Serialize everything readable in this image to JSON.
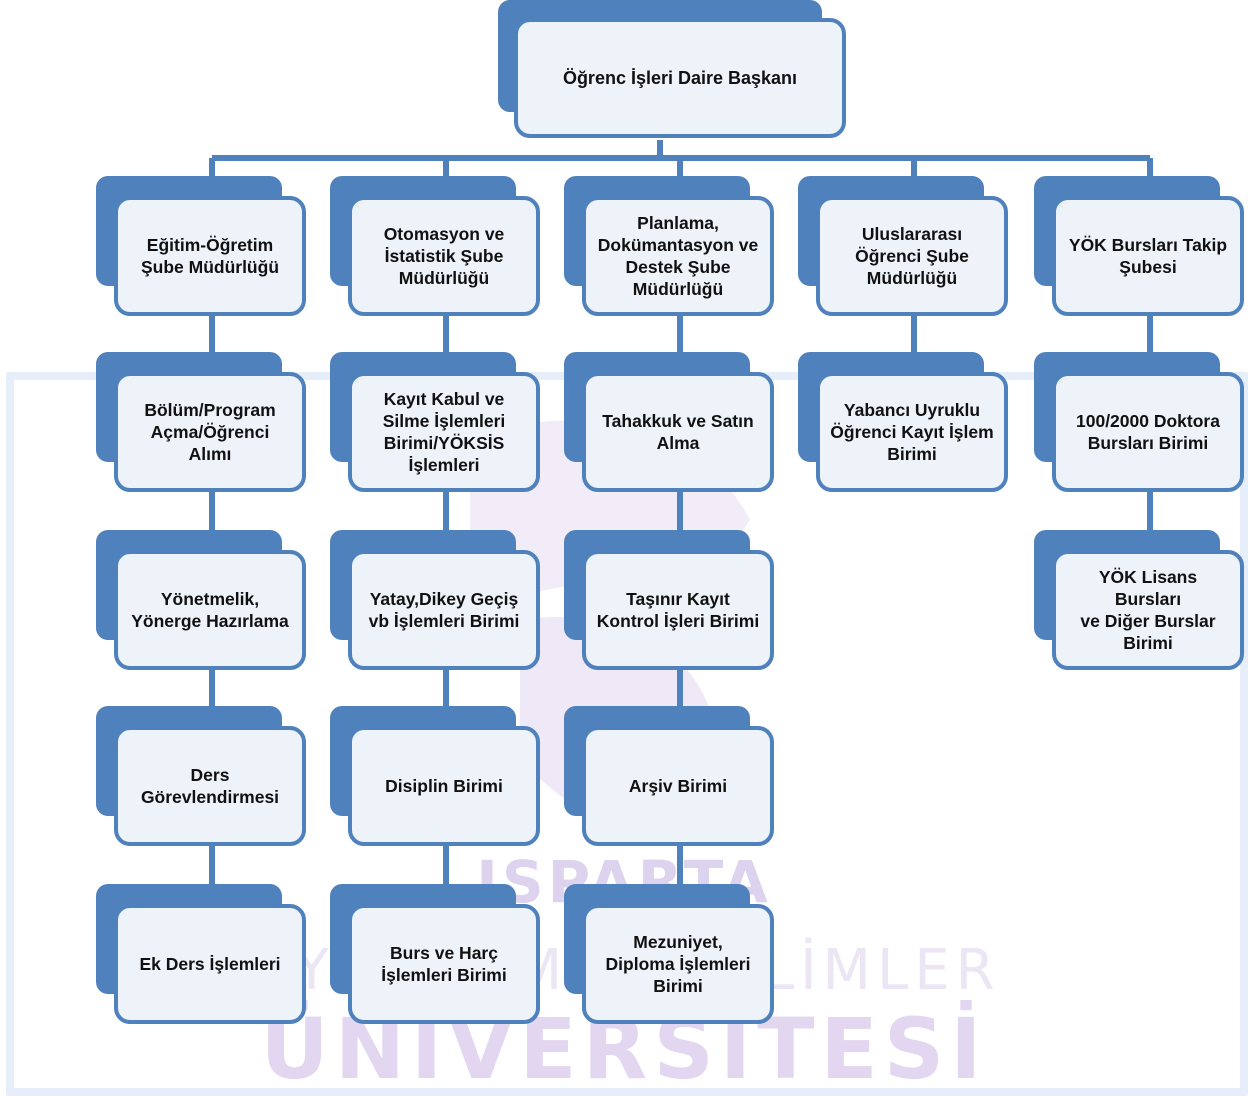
{
  "head": "Öğrenc İşleri Daire Başkanı",
  "columns": [
    {
      "title": "Eğitim-Öğretim\nŞube Müdürlüğü",
      "units": [
        "Bölüm/Program\nAçma/Öğrenci\nAlımı",
        "Yönetmelik,\nYönerge Hazırlama",
        "Ders\nGörevlendirmesi",
        "Ek Ders İşlemleri"
      ]
    },
    {
      "title": "Otomasyon ve\nİstatistik Şube\nMüdürlüğü",
      "units": [
        "Kayıt Kabul ve\nSilme İşlemleri\nBirimi/YÖKSİS\nİşlemleri",
        "Yatay,Dikey Geçiş\nvb İşlemleri Birimi",
        "Disiplin Birimi",
        "Burs ve Harç\nİşlemleri Birimi"
      ]
    },
    {
      "title": "Planlama,\nDokümantasyon ve\nDestek Şube\nMüdürlüğü",
      "units": [
        "Tahakkuk ve Satın\nAlma",
        "Taşınır Kayıt\nKontrol İşleri Birimi",
        "Arşiv Birimi",
        "Mezuniyet,\nDiploma İşlemleri\nBirimi"
      ]
    },
    {
      "title": "Uluslararası\nÖğrenci Şube\nMüdürlüğü",
      "units": [
        "Yabancı Uyruklu\nÖğrenci Kayıt İşlem\nBirimi"
      ]
    },
    {
      "title": "YÖK Bursları Takip\nŞubesi",
      "units": [
        "100/2000 Doktora\nBursları Birimi",
        "YÖK Lisans Bursları\nve Diğer Burslar\nBirimi"
      ]
    }
  ],
  "watermark": {
    "line1": "ISPARTA",
    "line2": "UYGULAMALI BİLİMLER",
    "line3": "ÜNİVERSİTESİ"
  },
  "colors": {
    "box_border": "#4f81bd",
    "box_fill": "#eef3fa",
    "connector": "#4f81bd"
  }
}
